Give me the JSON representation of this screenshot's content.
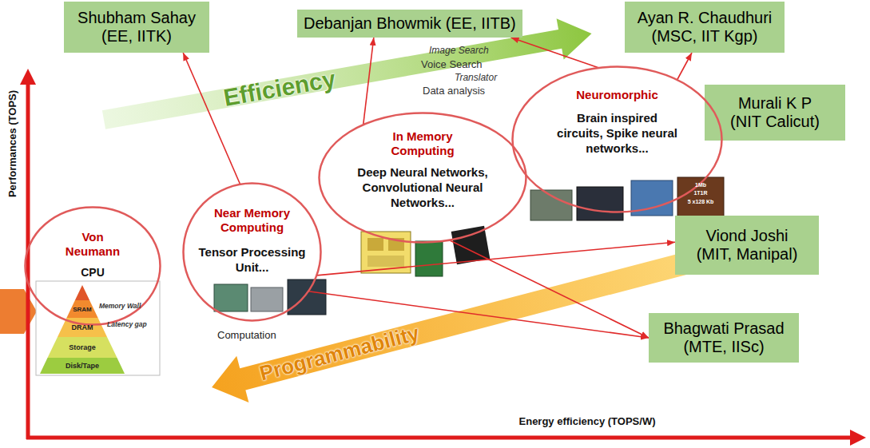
{
  "diagram": {
    "nodes": [
      {
        "text": [
          "Shubham Sahay (EE, IITK)"
        ]
      },
      {
        "text": [
          "Debanjan Bhowmik (EE, IITB)"
        ]
      },
      {
        "text": [
          "Ayan R. Chaudhuri (MSC, IIT Kgp)"
        ]
      },
      {
        "text": [
          "Murali K P (NIT Calicut)"
        ]
      },
      {
        "text": [
          "Neuromorphic",
          "Brain inspired circuits, Spike neural networks..."
        ]
      },
      {
        "text": [
          "In Memory Computing",
          "Deep Neural Networks, Convolutional Neural Networks..."
        ]
      },
      {
        "text": [
          "Near Memory Computing",
          "Tensor Processing Unit..."
        ]
      },
      {
        "text": [
          "Viond Joshi (MIT, Manipal)"
        ]
      },
      {
        "text": [
          "Von Neumann",
          "CPU"
        ]
      },
      {
        "text": [
          "Bhagwati Prasad (MTE, IISc)"
        ]
      }
    ],
    "edges": [
      {
        "from": 6,
        "to": 0,
        "arrow": "to"
      },
      {
        "from": 5,
        "to": 1,
        "arrow": "to"
      },
      {
        "from": 4,
        "to": 1,
        "arrow": "to"
      },
      {
        "from": 4,
        "to": 2,
        "arrow": "to"
      },
      {
        "from": 6,
        "to": 7,
        "arrow": "to"
      },
      {
        "from": 6,
        "to": 9,
        "arrow": "to"
      },
      {
        "from": 5,
        "to": 9,
        "arrow": "to"
      }
    ],
    "labels": [
      "Efficiency",
      "Image Search",
      "Voice Search",
      "Translator",
      "Data analysis",
      "Programmability",
      "Performances (TOPS)",
      "Energy efficiency (TOPS/W)",
      "Memory Wall",
      "Latency gap",
      "SRAM",
      "DRAM",
      "Storage",
      "Disk/Tape",
      "Computation",
      "1Mb",
      "1T1R",
      "5 x128 Kb"
    ]
  }
}
